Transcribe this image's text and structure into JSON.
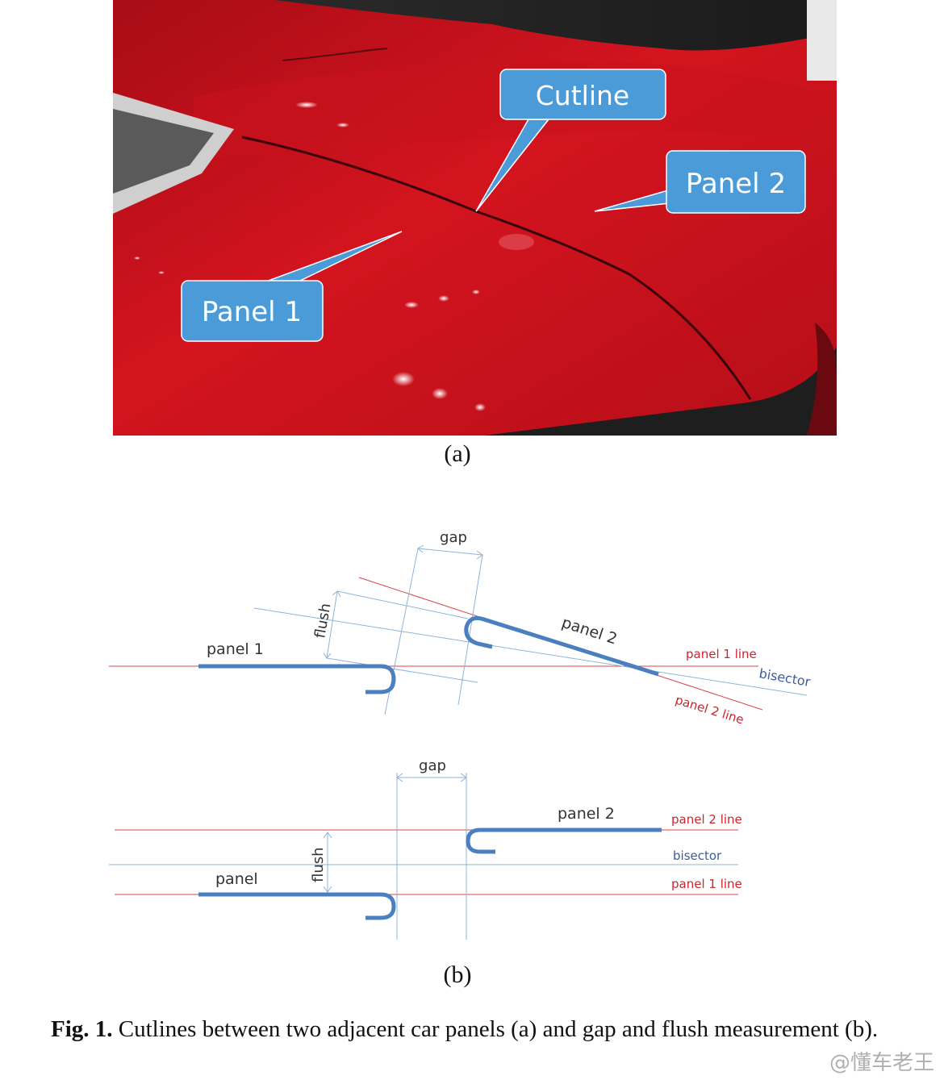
{
  "photo": {
    "callouts": {
      "cutline": "Cutline",
      "panel2": "Panel 2",
      "panel1": "Panel 1"
    },
    "callout_color": "#4a9bd8",
    "car_color": "#c4101c"
  },
  "labels": {
    "a": "(a)",
    "b": "(b)"
  },
  "diagram_top": {
    "gap": "gap",
    "flush": "flush",
    "panel1": "panel 1",
    "panel2": "panel 2",
    "panel1_line": "panel 1 line",
    "bisector": "bisector",
    "panel2_line": "panel 2 line"
  },
  "diagram_bottom": {
    "gap": "gap",
    "flush": "flush",
    "panel1": "panel",
    "panel2": "panel 2",
    "panel2_line": "panel 2 line",
    "bisector": "bisector",
    "panel1_line": "panel 1 line"
  },
  "caption": {
    "fig_label": "Fig. 1.",
    "text": "Cutlines between two adjacent car panels (a) and gap and flush measurement (b)."
  },
  "watermark": "@懂车老王",
  "colors": {
    "panel_blue": "#4a7fc1",
    "red_line": "#d9444b",
    "bisector_blue": "#8fb3d9"
  }
}
